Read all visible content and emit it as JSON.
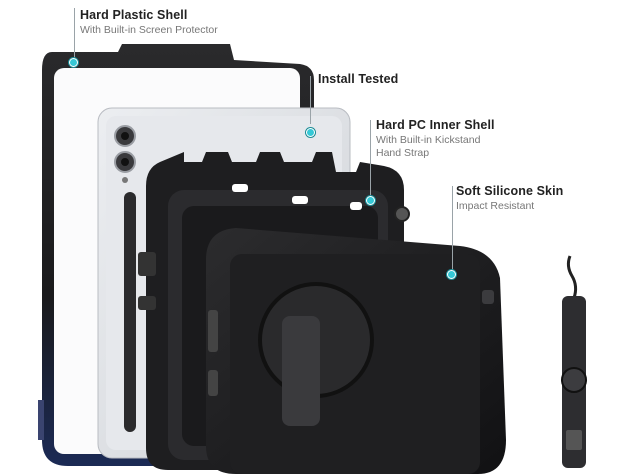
{
  "callouts": [
    {
      "title": "Hard Plastic Shell",
      "subtitle": "With Built-in Screen Protector"
    },
    {
      "title": "Install Tested"
    },
    {
      "title": "Hard PC Inner Shell",
      "subtitle_lines": [
        "With Built-in Kickstand",
        "Hand Strap"
      ]
    },
    {
      "title": "Soft Silicone Skin",
      "subtitle": "Impact Resistant"
    }
  ],
  "colors": {
    "accent_dot": "#35c8d6",
    "shell_black": "#1c1c1e",
    "tablet_silver": "#dcdee2",
    "screen_white": "#f7f7f8"
  }
}
